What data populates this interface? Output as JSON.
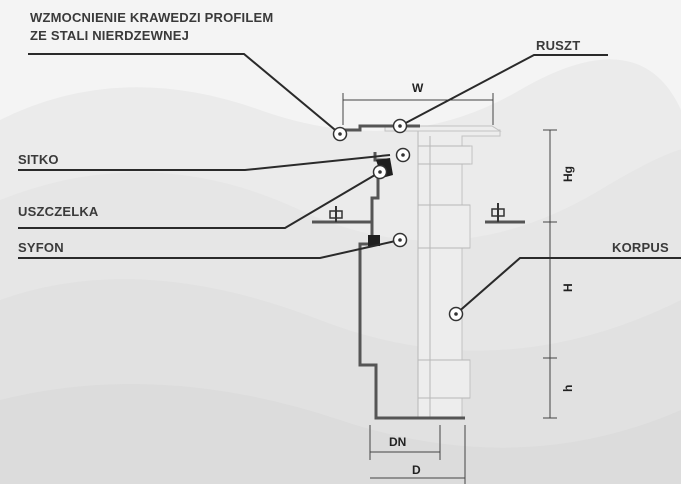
{
  "labels": {
    "wzmocnienie_line1": "WZMOCNIENIE KRAWEDZI PROFILEM",
    "wzmocnienie_line2": "ZE STALI NIERDZEWNEJ",
    "ruszt": "RUSZT",
    "sitko": "SITKO",
    "uszczelka": "USZCZELKA",
    "syfon": "SYFON",
    "korpus": "KORPUS"
  },
  "dimensions": {
    "w": "W",
    "hg": "Hg",
    "h_upper": "H",
    "h_lower": "h",
    "dn": "DN",
    "d": "D"
  }
}
